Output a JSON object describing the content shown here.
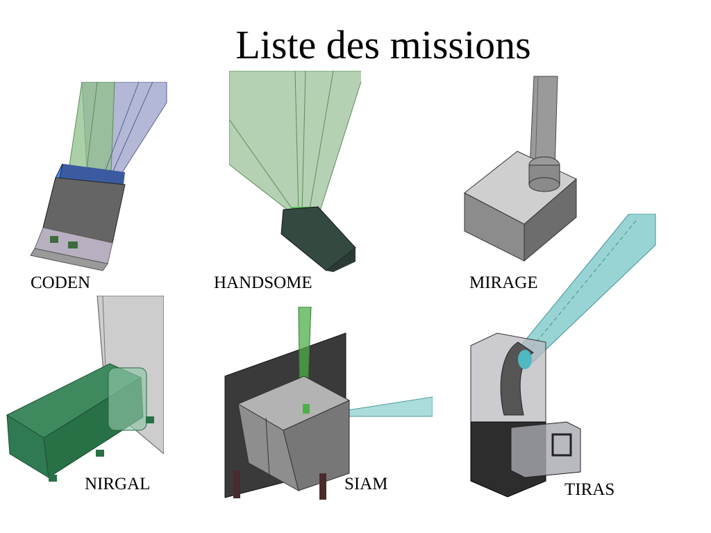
{
  "slide": {
    "title": "Liste des missions",
    "missions": [
      {
        "label": "CODEN",
        "figure": "coden-instrument-model"
      },
      {
        "label": "HANDSOME",
        "figure": "handsome-instrument-model"
      },
      {
        "label": "MIRAGE",
        "figure": "mirage-instrument-model"
      },
      {
        "label": "NIRGAL",
        "figure": "nirgal-instrument-model"
      },
      {
        "label": "SIAM",
        "figure": "siam-instrument-model"
      },
      {
        "label": "TIRAS",
        "figure": "tiras-instrument-model"
      }
    ]
  }
}
